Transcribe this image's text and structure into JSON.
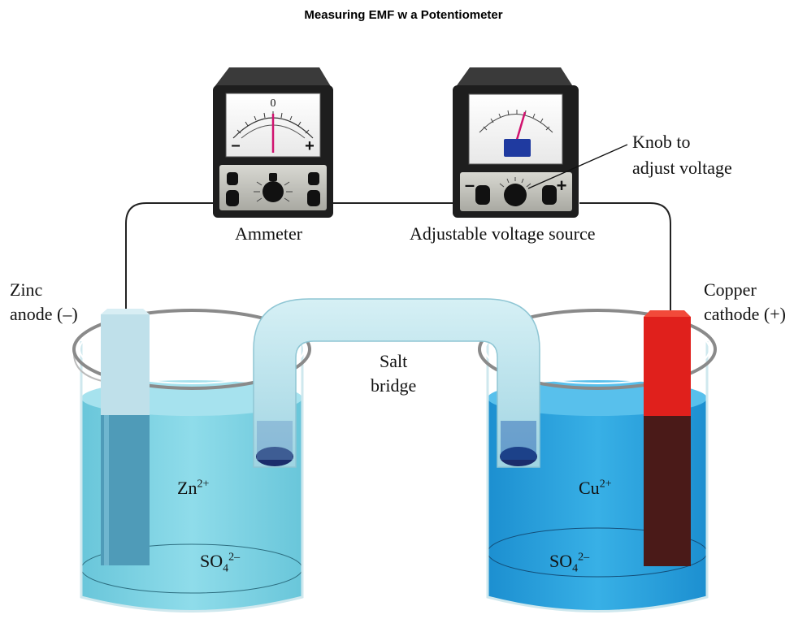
{
  "title": "Measuring EMF w   a Potentiometer",
  "labels": {
    "ammeter": "Ammeter",
    "voltage_source": "Adjustable voltage source",
    "knob_line1": "Knob to",
    "knob_line2": "adjust voltage",
    "zinc_line1": "Zinc",
    "zinc_line2": "anode (–)",
    "copper_line1": "Copper",
    "copper_line2": "cathode (+)",
    "salt_line1": "Salt",
    "salt_line2": "bridge"
  },
  "ions": {
    "zn_base": "Zn",
    "zn_sup": "2+",
    "cu_base": "Cu",
    "cu_sup": "2+",
    "so4_base": "SO",
    "so4_sub": "4",
    "so4_sup": "2–"
  },
  "meters": {
    "ammeter_zero": "0",
    "ammeter_minus": "–",
    "ammeter_plus": "+",
    "source_minus": "–",
    "source_plus": "+"
  },
  "colors": {
    "zinc_solution": "#7fd3e3",
    "copper_solution": "#2aa2dd",
    "zinc_electrode": "#4f9bb8",
    "copper_electrode_top": "#e0201c",
    "copper_electrode_bottom": "#4a1a18",
    "salt_bridge": "#b8e3ee",
    "meter_body": "#1e1e1e",
    "needle": "#d0136f"
  }
}
